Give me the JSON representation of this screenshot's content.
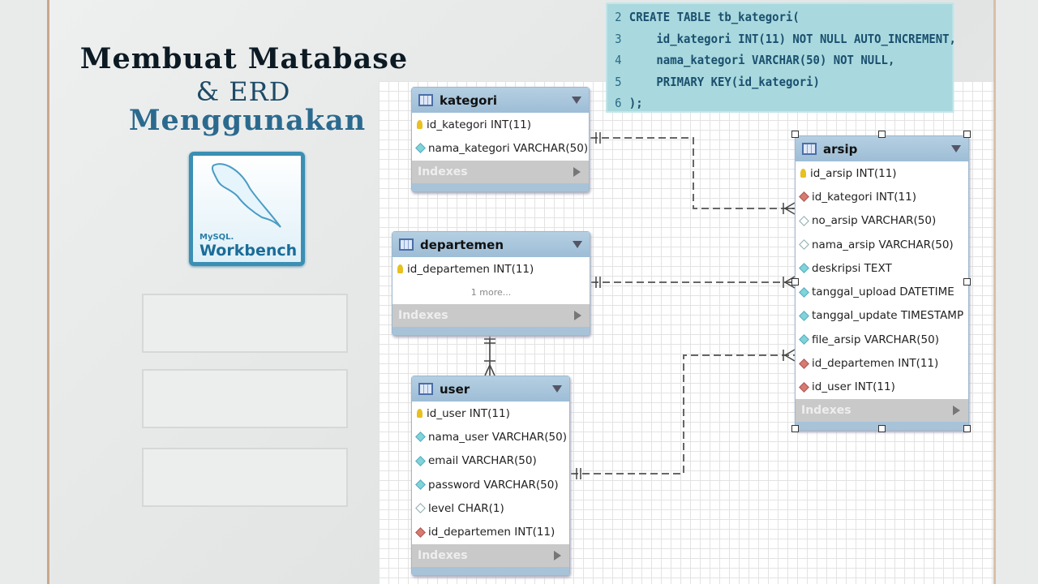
{
  "title": {
    "line1": "Membuat Matabase",
    "line2": "& ERD",
    "line3": "Menggunakan"
  },
  "logo": {
    "brand": "MySQL.",
    "product": "Workbench"
  },
  "code": [
    {
      "n": "2",
      "t": "CREATE TABLE tb_kategori("
    },
    {
      "n": "3",
      "t": "    id_kategori INT(11) NOT NULL AUTO_INCREMENT,"
    },
    {
      "n": "4",
      "t": "    nama_kategori VARCHAR(50) NOT NULL,"
    },
    {
      "n": "5",
      "t": "    PRIMARY KEY(id_kategori)"
    },
    {
      "n": "6",
      "t": ");"
    }
  ],
  "indexes_label": "Indexes",
  "tables": {
    "kategori": {
      "name": "kategori",
      "cols": [
        {
          "t": "key",
          "c": "id_kategori INT(11)"
        },
        {
          "t": "nn",
          "c": "nama_kategori VARCHAR(50)"
        }
      ]
    },
    "departemen": {
      "name": "departemen",
      "cols": [
        {
          "t": "key",
          "c": "id_departemen INT(11)"
        }
      ],
      "more": "1 more..."
    },
    "user": {
      "name": "user",
      "cols": [
        {
          "t": "key",
          "c": "id_user INT(11)"
        },
        {
          "t": "nn",
          "c": "nama_user VARCHAR(50)"
        },
        {
          "t": "nn",
          "c": "email VARCHAR(50)"
        },
        {
          "t": "nn",
          "c": "password VARCHAR(50)"
        },
        {
          "t": "col",
          "c": "level CHAR(1)"
        },
        {
          "t": "fk",
          "c": "id_departemen INT(11)"
        }
      ]
    },
    "arsip": {
      "name": "arsip",
      "cols": [
        {
          "t": "key",
          "c": "id_arsip INT(11)"
        },
        {
          "t": "fk",
          "c": "id_kategori INT(11)"
        },
        {
          "t": "col",
          "c": "no_arsip VARCHAR(50)"
        },
        {
          "t": "col",
          "c": "nama_arsip VARCHAR(50)"
        },
        {
          "t": "nn",
          "c": "deskripsi TEXT"
        },
        {
          "t": "nn",
          "c": "tanggal_upload DATETIME"
        },
        {
          "t": "nn",
          "c": "tanggal_update TIMESTAMP"
        },
        {
          "t": "nn",
          "c": "file_arsip VARCHAR(50)"
        },
        {
          "t": "fk",
          "c": "id_departemen INT(11)"
        },
        {
          "t": "fk",
          "c": "id_user INT(11)"
        }
      ]
    }
  }
}
